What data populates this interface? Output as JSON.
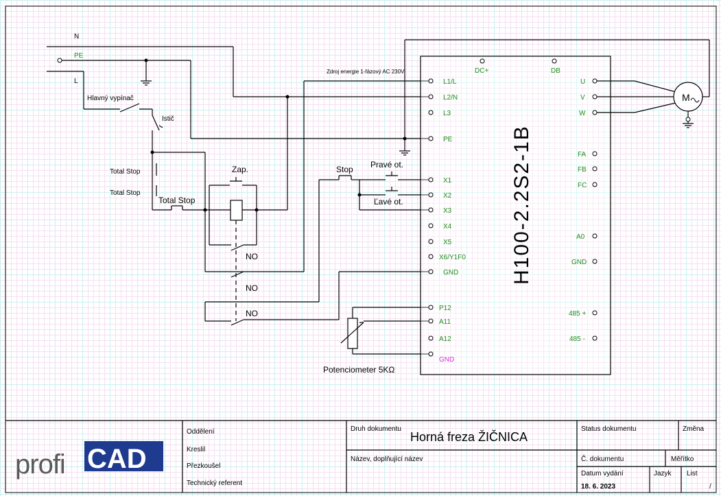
{
  "supply": {
    "n": "N",
    "pe": "PE",
    "l": "L"
  },
  "main_switch_label": "Hlavný vypínač",
  "breaker_label": "Istič",
  "total_stop_1": "Total Stop",
  "total_stop_2": "Total Stop",
  "total_stop_3": "Total Stop",
  "zap_label": "Zap.",
  "stop_label": "Stop",
  "prave_label": "Pravé ot.",
  "lave_label": "Ľavé ot.",
  "no_1": "NO",
  "no_2": "NO",
  "no_3": "NO",
  "source_label": "Zdroj energie 1-fázový AC 230V",
  "pot_label": "Potenciometer 5KΩ",
  "vfd": {
    "model": "H100-2.2S2-1B",
    "top_pins": [
      "DC+",
      "DB"
    ],
    "left_pins": [
      "L1/L",
      "L2/N",
      "L3",
      "PE",
      "X1",
      "X2",
      "X3",
      "X4",
      "X5",
      "X6/Y1F0",
      "GND",
      "P12",
      "A11",
      "A12",
      "GND"
    ],
    "right_pins": [
      "U",
      "V",
      "W",
      "FA",
      "FB",
      "FC",
      "A0",
      "GND",
      "485 +",
      "485 -"
    ]
  },
  "motor_label": "M",
  "title_block": {
    "logo_light": "profi",
    "logo_bold": "CAD",
    "oddeleni": "Oddělení",
    "kreslil": "Kreslil",
    "prezkousel": "Přezkoušel",
    "technicky": "Technický referent",
    "druh": "Druh dokumentu",
    "title": "Horná freza ŽIČNICA",
    "nazev": "Název, doplňující název",
    "status": "Status dokumentu",
    "zmena": "Změna",
    "cislo": "Č. dokumentu",
    "meritko": "Měřítko",
    "datum_label": "Datum vydání",
    "datum": "18. 6. 2023",
    "jazyk": "Jazyk",
    "list": "List",
    "list_value": "/"
  },
  "colors": {
    "pin_text": "#1e8c1e",
    "pin_magenta": "#d62fd6",
    "logo_bg": "#1f3b8f",
    "grid_cyan": "#c9f1f1",
    "grid_pink": "#f6dff0"
  }
}
